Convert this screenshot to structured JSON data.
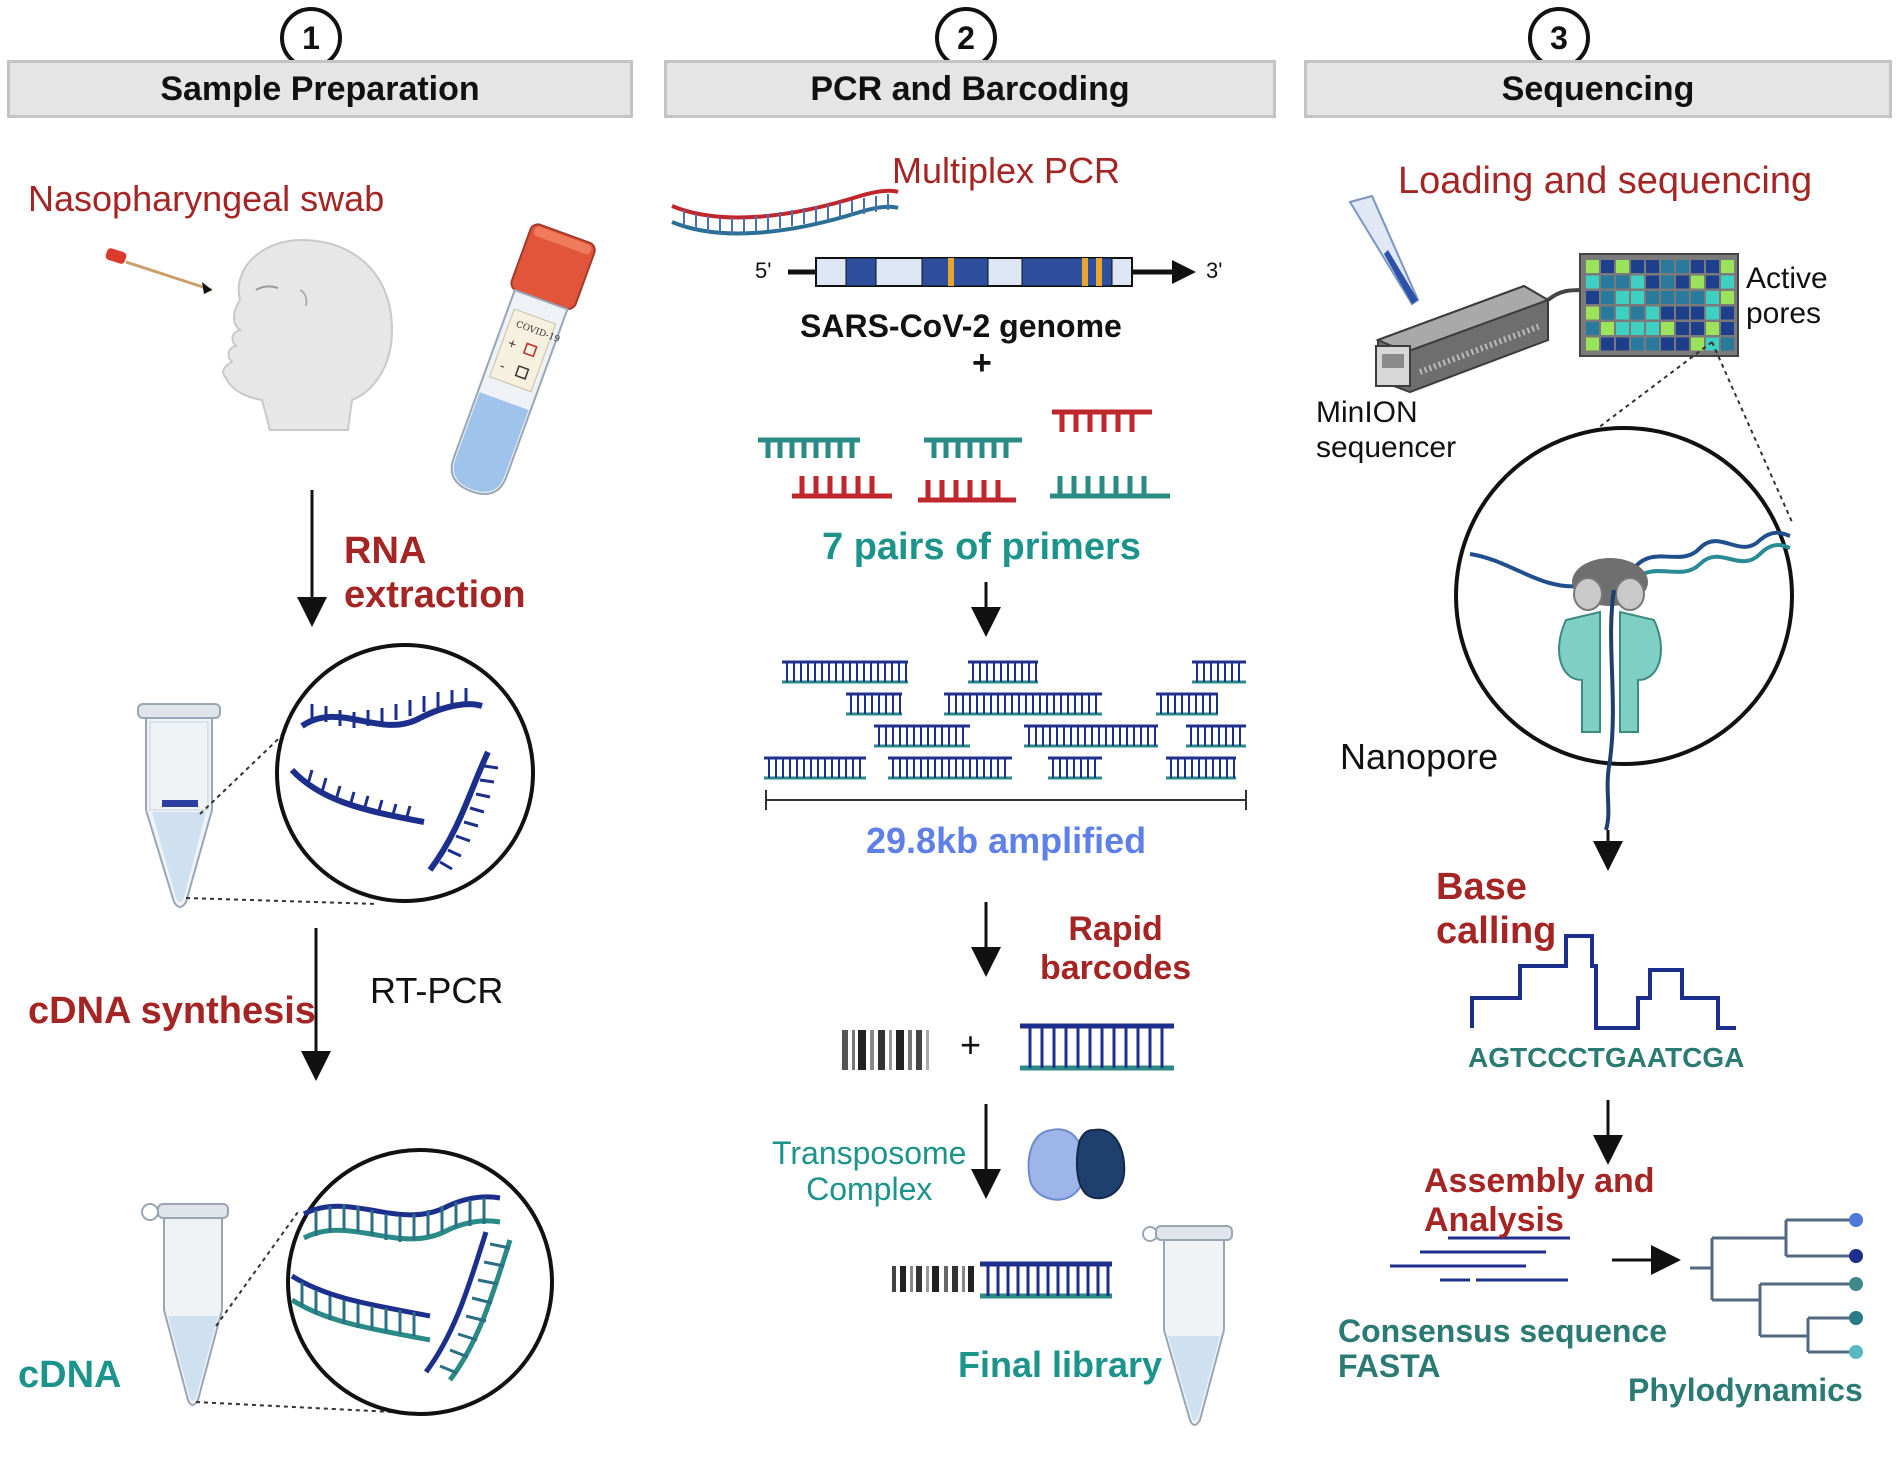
{
  "steps": [
    {
      "number": "1",
      "title": "Sample Preparation"
    },
    {
      "number": "2",
      "title": "PCR and Barcoding"
    },
    {
      "number": "3",
      "title": "Sequencing"
    }
  ],
  "panel1": {
    "swab_label": "Nasopharyngeal swab",
    "tube_label": "COVID-19",
    "rna_extraction": "RNA\nextraction",
    "rt_pcr": "RT-PCR",
    "cdna_synthesis": "cDNA synthesis",
    "cdna": "cDNA"
  },
  "panel2": {
    "multiplex_pcr": "Multiplex PCR",
    "five_prime": "5'",
    "three_prime": "3'",
    "genome_label": "SARS-CoV-2 genome",
    "plus_1": "+",
    "primers_label": "7 pairs of primers",
    "amplified_label": "29.8kb amplified",
    "rapid_barcodes": "Rapid\nbarcodes",
    "plus_2": "+",
    "transposome": "Transposome\nComplex",
    "final_library": "Final library"
  },
  "panel3": {
    "loading_label": "Loading and sequencing",
    "active_pores": "Active\npores",
    "minion": "MinION\nsequencer",
    "nanopore": "Nanopore",
    "base_calling": "Base\ncalling",
    "sequence": "AGTCCCTGAATCGA",
    "assembly": "Assembly and\nAnalysis",
    "consensus": "Consensus sequence\nFASTA",
    "phylodynamics": "Phylodynamics"
  },
  "colors": {
    "red_label": "#a52524",
    "teal_label": "#1c948c",
    "navy_dna": "#1d2f8c",
    "teal_dna": "#2a8a86",
    "red_dna": "#c0272d",
    "blue_label": "#5f80e6",
    "header_bg": "#e5e5e5",
    "panel_border": "#c4c4c4"
  }
}
